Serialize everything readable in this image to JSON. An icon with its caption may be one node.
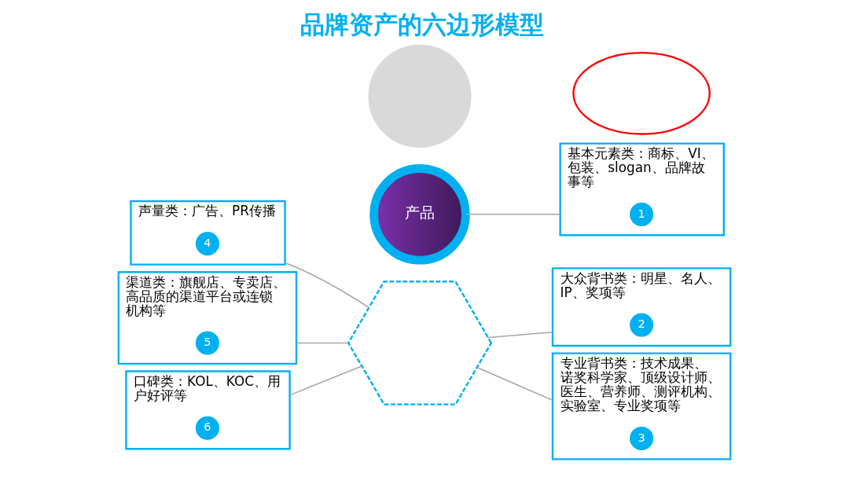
{
  "diagram": {
    "title": "品牌资产的六边形模型",
    "nodes": [
      {
        "text": [
          "声量类：广告、PR传播"
        ]
      },
      {
        "text": [
          "4"
        ],
        "in": 0
      },
      {
        "text": [
          "基本元素类：商标、VI、包装、slogan、品牌故事等"
        ]
      },
      {
        "text": [
          "1"
        ],
        "in": 2
      },
      {
        "text": [],
        "shape": "circle"
      },
      {
        "text": [],
        "shape": "hexagon"
      },
      {
        "text": [
          "产品"
        ]
      },
      {
        "text": [
          "渠道类：旗舰店、专卖店、高品质的渠道平台或连锁机构等"
        ]
      },
      {
        "text": [
          "5"
        ],
        "in": 7
      },
      {
        "text": [
          "大众背书类：明星、名人、IP、奖项等"
        ]
      },
      {
        "text": [
          "2"
        ],
        "in": 9
      },
      {
        "text": [
          "口碑类：KOL、KOC、用户好评等"
        ]
      },
      {
        "text": [
          "6"
        ],
        "in": 11
      },
      {
        "text": [],
        "shape": "ellipse"
      },
      {
        "text": [
          "专业背书类：技术成果、诺奖科学家、顶级设计师、医生、营养师、测评机构、实验室、专业奖项等"
        ]
      },
      {
        "text": [
          "3"
        ],
        "in": 14
      }
    ],
    "edges": [
      {
        "from": 0,
        "to": 5,
        "arrow": "none"
      },
      {
        "from": 2,
        "to": 6,
        "arrow": "none"
      },
      {
        "from": 7,
        "to": 5,
        "arrow": "none"
      },
      {
        "from": 9,
        "to": 5,
        "arrow": "none"
      },
      {
        "from": 11,
        "to": 5,
        "arrow": "none"
      },
      {
        "from": 14,
        "to": 5,
        "arrow": "none"
      }
    ]
  }
}
